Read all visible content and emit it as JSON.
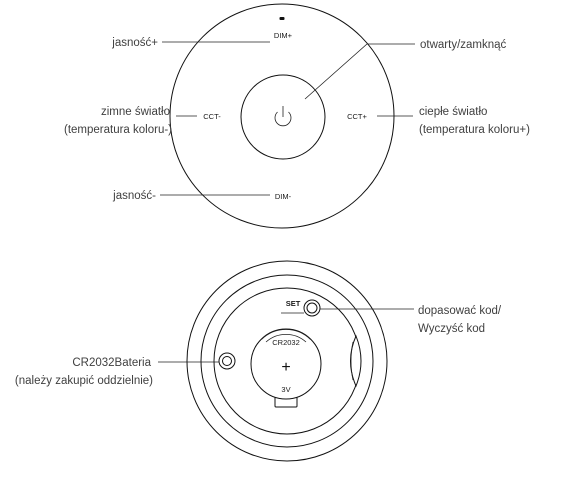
{
  "top_remote": {
    "buttons": {
      "dim_plus": "DIM+",
      "dim_minus": "DIM-",
      "cct_minus": "CCT-",
      "cct_plus": "CCT+"
    },
    "callouts": {
      "brightness_plus": "jasność+",
      "power": "otwarty/zamknąć",
      "cold_light": [
        "zimne światło",
        "(temperatura koloru-)"
      ],
      "warm_light": [
        "ciepłe światło",
        "(temperatura koloru+)"
      ],
      "brightness_minus": "jasność-"
    }
  },
  "back_view": {
    "set_label": "SET",
    "battery_text": "CR2032",
    "battery_plus": "+",
    "battery_voltage": "3V",
    "callouts": {
      "match_code": [
        "dopasować kod/",
        "Wyczyść kod"
      ],
      "battery": [
        "CR2032Bateria",
        "(należy zakupić oddzielnie)"
      ]
    }
  }
}
